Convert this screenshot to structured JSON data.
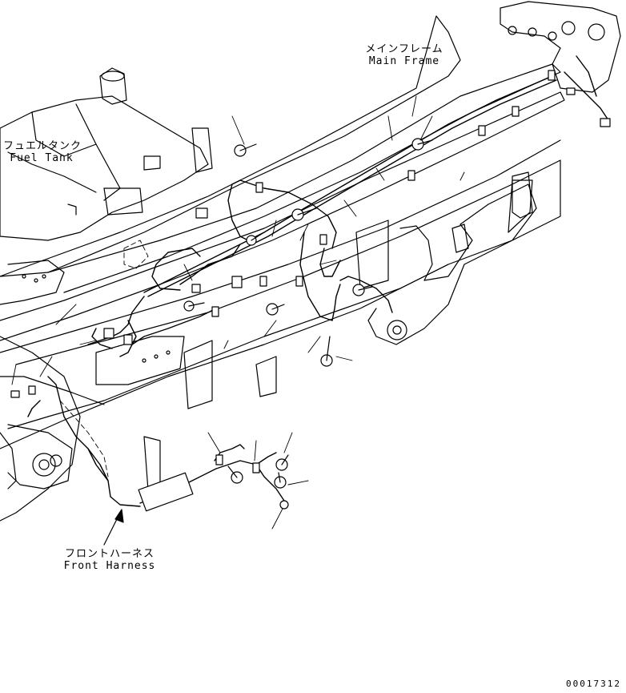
{
  "labels": {
    "main_frame_jp": "メインフレーム",
    "main_frame_en": "Main Frame",
    "fuel_tank_jp": "フュエルタンク",
    "fuel_tank_en": "Fuel Tank",
    "front_harness_jp": "フロントハーネス",
    "front_harness_en": "Front Harness",
    "drawing_code": "00017312"
  },
  "colors": {
    "ink": "#000000",
    "paper": "#ffffff"
  }
}
